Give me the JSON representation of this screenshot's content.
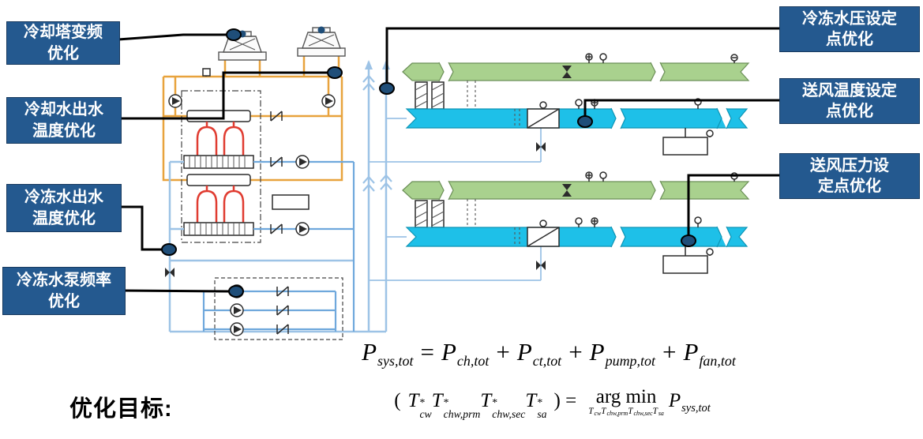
{
  "callouts": {
    "left": [
      {
        "name": "cooling-tower-vfd",
        "lines": [
          "冷却塔变频",
          "优化"
        ]
      },
      {
        "name": "cooling-water-outlet-temp",
        "lines": [
          "冷却水出水",
          "温度优化"
        ]
      },
      {
        "name": "chilled-water-outlet-temp",
        "lines": [
          "冷冻水出水",
          "温度优化"
        ]
      },
      {
        "name": "chilled-water-pump-freq",
        "lines": [
          "冷冻水泵频率",
          "优化"
        ]
      }
    ],
    "right": [
      {
        "name": "chilled-water-pressure-setpoint",
        "lines": [
          "冷冻水压设定",
          "点优化"
        ]
      },
      {
        "name": "supply-air-temp-setpoint",
        "lines": [
          "送风温度设定",
          "点优化"
        ]
      },
      {
        "name": "supply-air-pressure-setpoint",
        "lines": [
          "送风压力设",
          "定点优化"
        ]
      }
    ]
  },
  "objective_label": "优化目标:",
  "formulas": {
    "power": {
      "tokens": [
        {
          "base": "P",
          "sub": "sys,tot"
        },
        {
          "op": "="
        },
        {
          "base": "P",
          "sub": "ch,tot"
        },
        {
          "op": "+"
        },
        {
          "base": "P",
          "sub": "ct,tot"
        },
        {
          "op": "+"
        },
        {
          "base": "P",
          "sub": "pump,tot"
        },
        {
          "op": "+"
        },
        {
          "base": "P",
          "sub": "fan,tot"
        }
      ]
    },
    "argmin": {
      "tokens": [
        {
          "op": "("
        },
        {
          "base": "T",
          "sup": "*",
          "sub": "cw"
        },
        {
          "base": "T",
          "sup": "*",
          "sub": "chw,prm"
        },
        {
          "base": "T",
          "sup": "*",
          "sub": "chw,sec"
        },
        {
          "base": "T",
          "sup": "*",
          "sub": "sa"
        },
        {
          "op": ") ="
        },
        {
          "argmin": "arg min",
          "under": [
            {
              "base": "T",
              "sub": "cw"
            },
            {
              "base": "T",
              "sub": "chw,prm"
            },
            {
              "base": "T",
              "sub": "chw,sec"
            },
            {
              "base": "T",
              "sub": "sa"
            }
          ]
        },
        {
          "base": "P",
          "sub": "sys,tot"
        }
      ]
    }
  },
  "colors": {
    "label_bg": "#24598f",
    "node_fill": "#1f4e79",
    "pipe_orange": "#e8a33d",
    "pipe_red": "#e03c31",
    "pipe_lightblue": "#9dc3e6",
    "pipe_blue": "#6fa8dc",
    "duct_green": "#a9d18e",
    "duct_cyan": "#1ec0e8"
  }
}
